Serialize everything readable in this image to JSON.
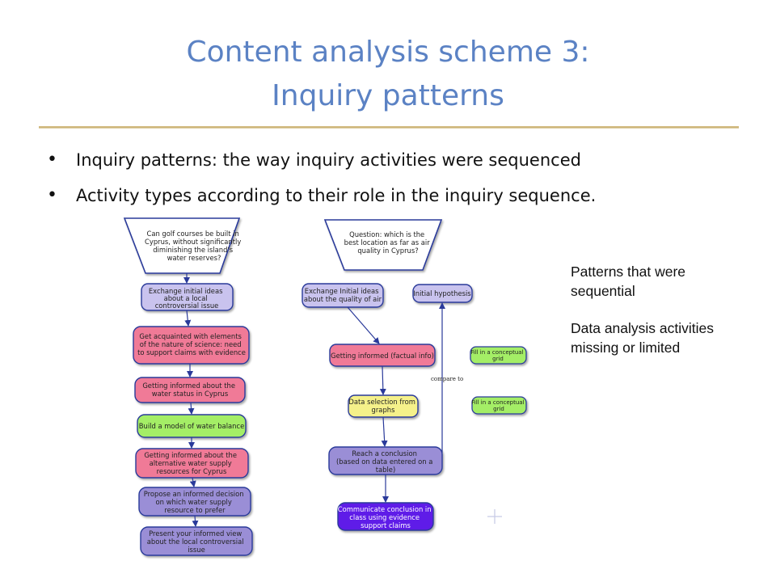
{
  "slide": {
    "title_line1": "Content analysis scheme 3:",
    "title_line2": "Inquiry patterns",
    "bullets": [
      "Inquiry patterns: the way inquiry activities were sequenced",
      "Activity types according to their role in the inquiry sequence."
    ],
    "notes": [
      "Patterns that were sequential",
      "Data analysis activities missing or limited"
    ]
  },
  "colors": {
    "title": "#5b82c4",
    "question_fill": "#ffffff",
    "exchange_fill": "#c9c3ee",
    "inform_fill": "#f07a97",
    "model_fill": "#a4ee66",
    "propose_fill": "#9a8ed6",
    "select_fill": "#f5f18a",
    "communicate_fill": "#5f1ee8",
    "arrow": "#2a3a9a"
  },
  "diagram_left": {
    "question": [
      "Can golf courses be built in",
      "Cyprus, without significantly",
      "diminishing the island's",
      "water reserves?"
    ],
    "nodes": [
      {
        "lines": [
          "Exchange initial ideas",
          "about a local",
          "controversial issue"
        ],
        "type": "exchange"
      },
      {
        "lines": [
          "Get acquainted with elements",
          "of the nature of science: need",
          "to support claims with evidence"
        ],
        "type": "inform"
      },
      {
        "lines": [
          "Getting informed about the",
          "water status in Cyprus"
        ],
        "type": "inform"
      },
      {
        "lines": [
          "Build a model of water balance"
        ],
        "type": "model"
      },
      {
        "lines": [
          "Getting informed about the",
          "alternative water supply",
          "resources for Cyprus"
        ],
        "type": "inform"
      },
      {
        "lines": [
          "Propose an informed decision",
          "on which water supply",
          "resource to prefer"
        ],
        "type": "propose"
      },
      {
        "lines": [
          "Present your informed view",
          "about the local controversial",
          "issue"
        ],
        "type": "propose"
      }
    ]
  },
  "diagram_right": {
    "question": [
      "Question: which is the",
      "best location as far as air",
      "quality in Cyprus?"
    ],
    "exchange": [
      "Exchange Initial ideas",
      "about the quality of air"
    ],
    "hypothesis": [
      "Initial hypothesis"
    ],
    "informed": [
      "Getting informed (factual info)"
    ],
    "grid1": [
      "Fill in a conceptual",
      "grid"
    ],
    "grid2": [
      "Fill in a conceptual",
      "grid"
    ],
    "selection": [
      "Data selection from",
      "graphs"
    ],
    "conclusion": [
      "Reach a conclusion",
      "(based on data entered on a",
      "table)"
    ],
    "communicate": [
      "Communicate conclusion in",
      "class using evidence",
      "support claims"
    ],
    "edge_label": "compare to"
  }
}
